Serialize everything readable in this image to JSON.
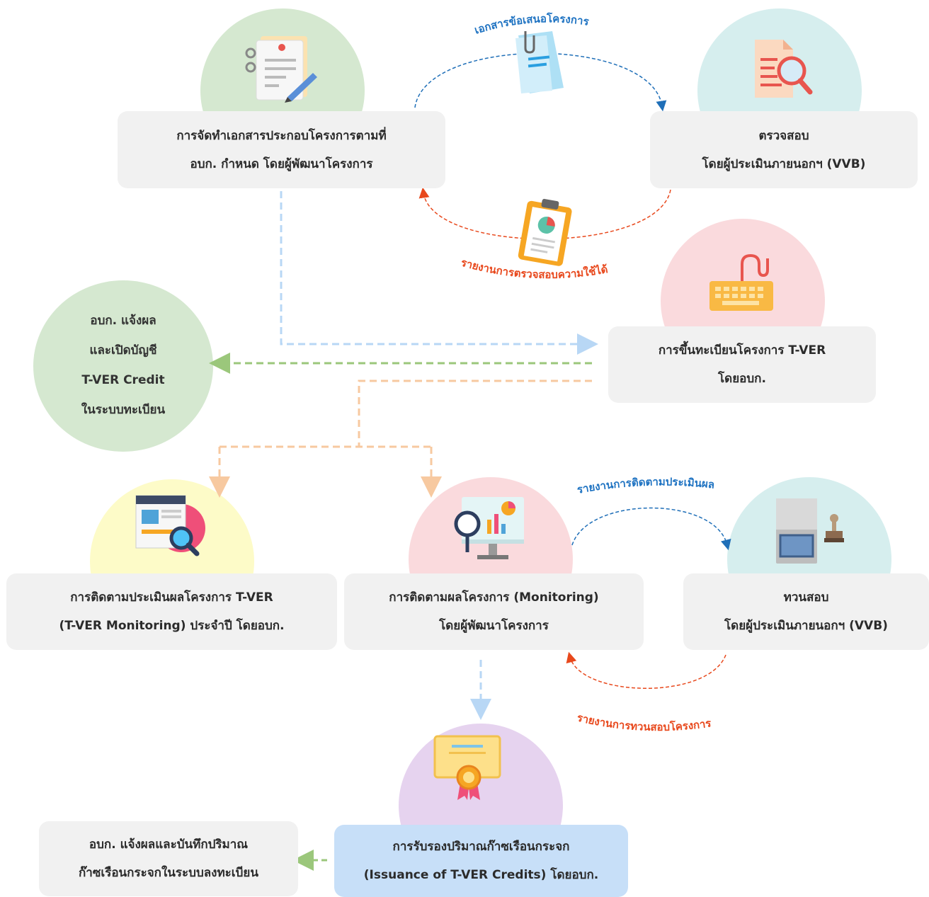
{
  "steps": {
    "prepare": {
      "line1": "การจัดทำเอกสารประกอบโครงการตามที่",
      "line2": "อบก. กำหนด โดยผู้พัฒนาโครงการ"
    },
    "validate": {
      "line1": "ตรวจสอบ",
      "line2": "โดยผู้ประเมินภายนอกฯ (VVB)"
    },
    "register": {
      "line1": "การขึ้นทะเบียนโครงการ T-VER",
      "line2": "โดยอบก."
    },
    "notify_account": {
      "line1": "อบก. แจ้งผล",
      "line2": "และเปิดบัญชี",
      "line3": "T-VER Credit",
      "line4": "ในระบบทะเบียน"
    },
    "tver_monitoring": {
      "line1": "การติดตามประเมินผลโครงการ T-VER",
      "line2": "(T-VER Monitoring) ประจำปี โดยอบก."
    },
    "monitoring": {
      "line1": "การติดตามผลโครงการ (Monitoring)",
      "line2": "โดยผู้พัฒนาโครงการ"
    },
    "verify": {
      "line1": "ทวนสอบ",
      "line2": "โดยผู้ประเมินภายนอกฯ (VVB)"
    },
    "issuance": {
      "line1": "การรับรองปริมาณก๊าซเรือนกระจก",
      "line2": "(Issuance of T-VER Credits) โดยอบก."
    },
    "record": {
      "line1": "อบก. แจ้งผลและบันทึกปริมาณ",
      "line2": "ก๊าซเรือนกระจกในระบบลงทะเบียน"
    }
  },
  "flow_labels": {
    "proposal_docs": "เอกสารข้อเสนอโครงการ",
    "validation_report": "รายงานการตรวจสอบความใช้ได้",
    "monitoring_report": "รายงานการติดตามประเมินผล",
    "verification_report": "รายงานการทวนสอบโครงการ"
  },
  "colors": {
    "circle_green": "#d5e8d0",
    "circle_teal": "#d6eeee",
    "circle_pink": "#fadadd",
    "circle_yellow": "#fdfbc8",
    "circle_purple": "#e6d3ef",
    "arrow_blue": "#1f6fb8",
    "arrow_red": "#e8481c",
    "arrow_lightblue": "#b8d7f5",
    "arrow_green": "#9bc77b",
    "arrow_orange": "#f7c9a0",
    "label_blue": "#1f73c2",
    "label_red": "#e8481c"
  },
  "icons": [
    "document-pen-icon",
    "document-search-icon",
    "keyboard-icon",
    "folder-clip-icon",
    "clipboard-chart-icon",
    "web-search-icon",
    "monitor-analytics-icon",
    "stamp-icon",
    "certificate-icon"
  ]
}
